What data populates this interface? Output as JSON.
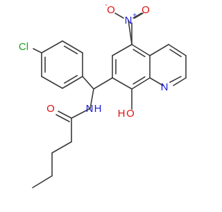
{
  "colors": {
    "bond": "#3a3a3a",
    "nitrogen": "#1a1adb",
    "oxygen": "#e01010",
    "chlorine": "#1f9d1f",
    "background": "#ffffff"
  },
  "labels": {
    "chlorine": "Cl",
    "nitro_n": "N",
    "nitro_plus": "+",
    "nitro_o_left": "O",
    "nitro_minus": "-",
    "nitro_o_right": "O",
    "quinoline_n": "N",
    "hydroxyl_h": "H",
    "hydroxyl_o": "O",
    "amide_o": "O",
    "amide_n": "N",
    "amide_h": "H"
  }
}
